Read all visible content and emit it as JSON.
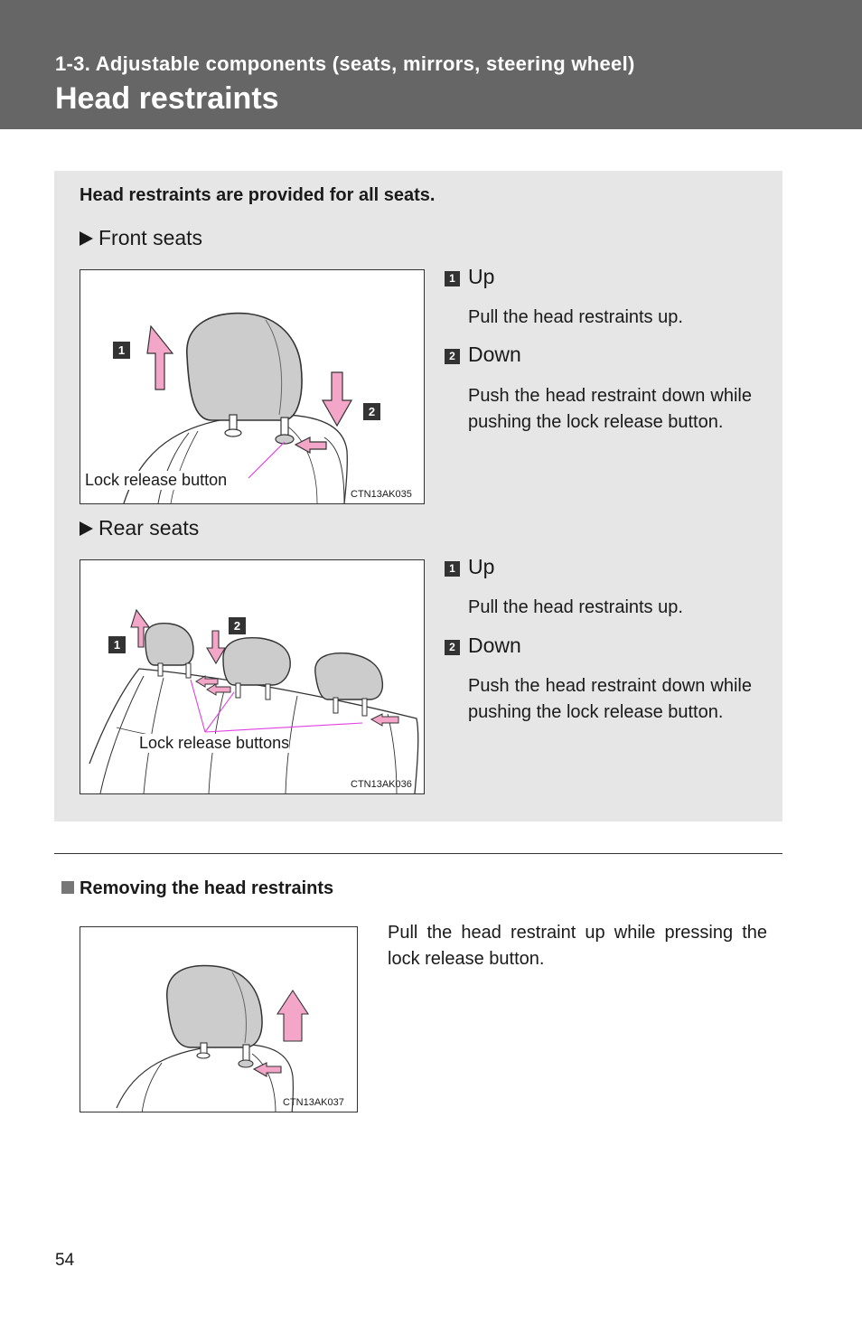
{
  "header": {
    "section": "1-3. Adjustable components (seats, mirrors, steering wheel)",
    "title": "Head restraints"
  },
  "panel": {
    "intro": "Head restraints are provided for all seats.",
    "front": {
      "heading": "Front seats",
      "figure": {
        "code": "CTN13AK035",
        "callout": "Lock release button",
        "badges": [
          "1",
          "2"
        ]
      },
      "steps": [
        {
          "num": "1",
          "title": "Up",
          "text": "Pull the head restraints up."
        },
        {
          "num": "2",
          "title": "Down",
          "text": "Push the head restraint down while pushing the lock release button."
        }
      ]
    },
    "rear": {
      "heading": "Rear seats",
      "figure": {
        "code": "CTN13AK036",
        "callout": "Lock release buttons",
        "badges": [
          "1",
          "2"
        ]
      },
      "steps": [
        {
          "num": "1",
          "title": "Up",
          "text": "Pull the head restraints up."
        },
        {
          "num": "2",
          "title": "Down",
          "text": "Push the head restraint down while pushing the lock release button."
        }
      ]
    }
  },
  "removing": {
    "heading": "Removing the head restraints",
    "text": "Pull the head restraint up while pressing the lock release button.",
    "figure": {
      "code": "CTN13AK037"
    }
  },
  "page_number": "54",
  "colors": {
    "header": "#666666",
    "panel": "#e6e6e6",
    "arrow": "#f4a6c8",
    "callout_line": "#e040e0"
  },
  "icons": [
    "triangle-bullet-icon",
    "square-bullet-icon",
    "up-arrow-icon",
    "down-arrow-icon",
    "push-arrow-icon"
  ]
}
